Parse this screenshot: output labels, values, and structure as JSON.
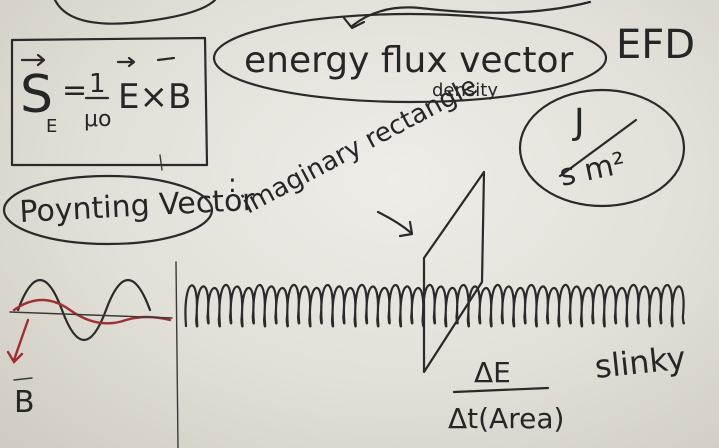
{
  "board": {
    "formula": {
      "lhs": "S",
      "sub": "E",
      "eq": "=",
      "numerator": "1",
      "denominator": "μo",
      "rhs": "E×B"
    },
    "formula_caption": "Poynting Vector",
    "headline_main": "energy flux vector",
    "headline_insert": "density",
    "abbrev": "EFD",
    "units_top": "J",
    "units_bottom": "s m²",
    "note_rect": "imaginary rectangle",
    "fraction_top": "ΔE",
    "fraction_bottom": "Δt(Area)",
    "slinky_label": "slinky",
    "field_label": "B"
  },
  "colors": {
    "ink": "#2a2a2a",
    "red_ink": "#9a2c2a",
    "board": "#e8e6e0"
  }
}
